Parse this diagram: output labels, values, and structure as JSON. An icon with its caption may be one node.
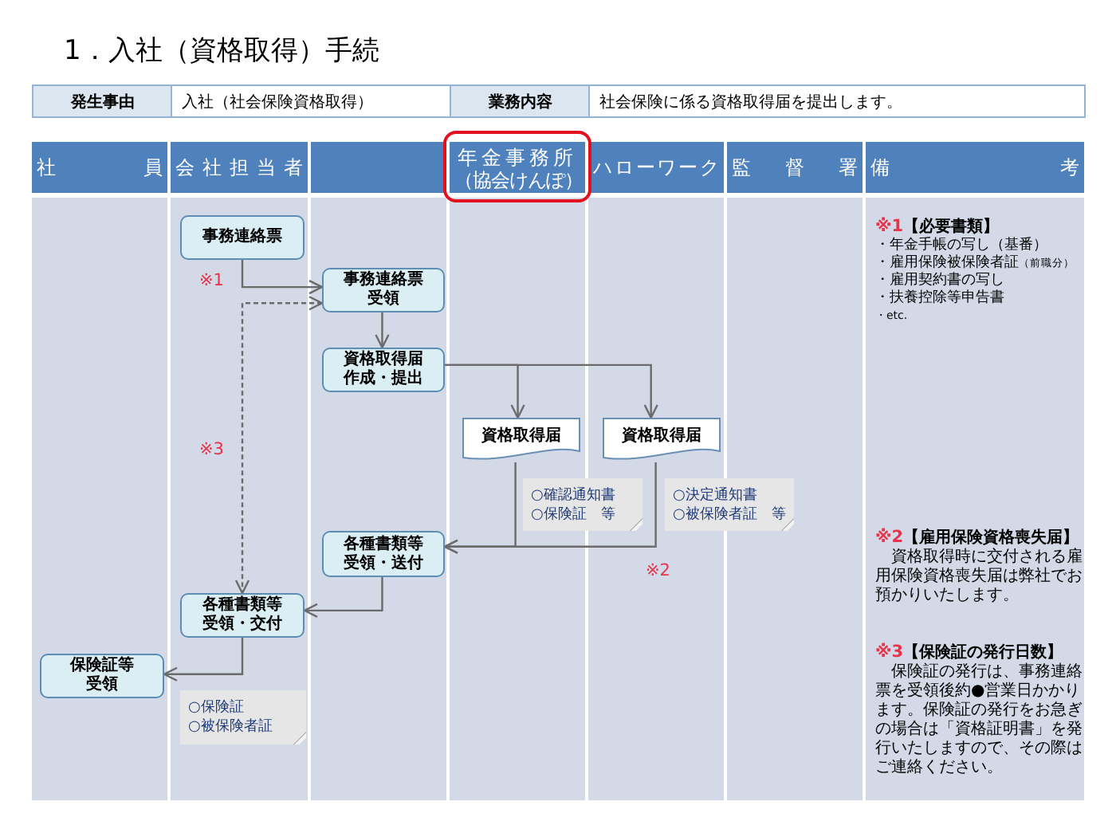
{
  "diagram": {
    "title": "1．入社（資格取得）手続",
    "nodes": [
      {
        "text": [
          "社員"
        ]
      },
      {
        "text": [
          "会社担当者"
        ]
      },
      {
        "text": [],
        "shape": "box"
      },
      {
        "text": [
          "年金事務所",
          "（協会けんぽ）"
        ]
      },
      {
        "text": [
          "ハローワーク"
        ]
      },
      {
        "text": [
          "監督署"
        ]
      },
      {
        "text": [
          "備考"
        ]
      },
      {
        "text": [
          "事務連絡票"
        ],
        "in": 1
      },
      {
        "text": [
          "事務連絡票受領"
        ],
        "in": 2
      },
      {
        "text": [
          "資格取得届作成・提出"
        ],
        "in": 2
      },
      {
        "text": [
          "資格取得届"
        ],
        "in": 3
      },
      {
        "text": [
          "資格取得届"
        ],
        "in": 4
      },
      {
        "text": [
          "○確認通知書",
          "○保険証　等"
        ]
      },
      {
        "text": [
          "○決定通知書",
          "○被保険者証　等"
        ]
      },
      {
        "text": [
          "各種書類等受領・送付"
        ],
        "in": 2
      },
      {
        "text": [
          "各種書類等受領・交付"
        ],
        "in": 1
      },
      {
        "text": [
          "保険証等受領"
        ],
        "in": 0
      },
      {
        "text": [
          "○保険証",
          "○被保険者証"
        ],
        "in": 1
      }
    ],
    "edges": [
      {
        "from": 7,
        "to": 8,
        "arrow": "to",
        "label": "※1"
      },
      {
        "from": 8,
        "to": 15,
        "arrow": "both",
        "style": "dashed",
        "label": "※3"
      },
      {
        "from": 8,
        "to": 9,
        "arrow": "to"
      },
      {
        "from": 9,
        "to": 10,
        "arrow": "to"
      },
      {
        "from": 9,
        "to": 11,
        "arrow": "to"
      },
      {
        "from": 10,
        "to": 14,
        "arrow": "to"
      },
      {
        "from": 11,
        "to": 14,
        "arrow": "to",
        "label": "※2"
      },
      {
        "from": 14,
        "to": 15,
        "arrow": "to"
      },
      {
        "from": 15,
        "to": 16,
        "arrow": "to"
      }
    ],
    "labels": [
      "発生事由",
      "入社（社会保険資格取得）",
      "業務内容",
      "社会保険に係る資格取得届を提出します。",
      "※1",
      "【必要書類】",
      "・年金手帳の写し（基番）",
      "・雇用保険被保険者証",
      "（前職分）",
      "・雇用契約書の写し",
      "・扶養控除等申告書",
      "・etc.",
      "※2",
      "【雇用保険資格喪失届】",
      "資格取得時に交付される雇用保険資格喪失届は弊社でお預かりいたします。",
      "※3",
      "【保険証の発行日数】",
      "保険証の発行は、事務連絡票を受領後約●営業日かかります。保険証の発行をお急ぎの場合は「資格証明書」を発行いたしますので、その際はご連絡ください。"
    ]
  }
}
